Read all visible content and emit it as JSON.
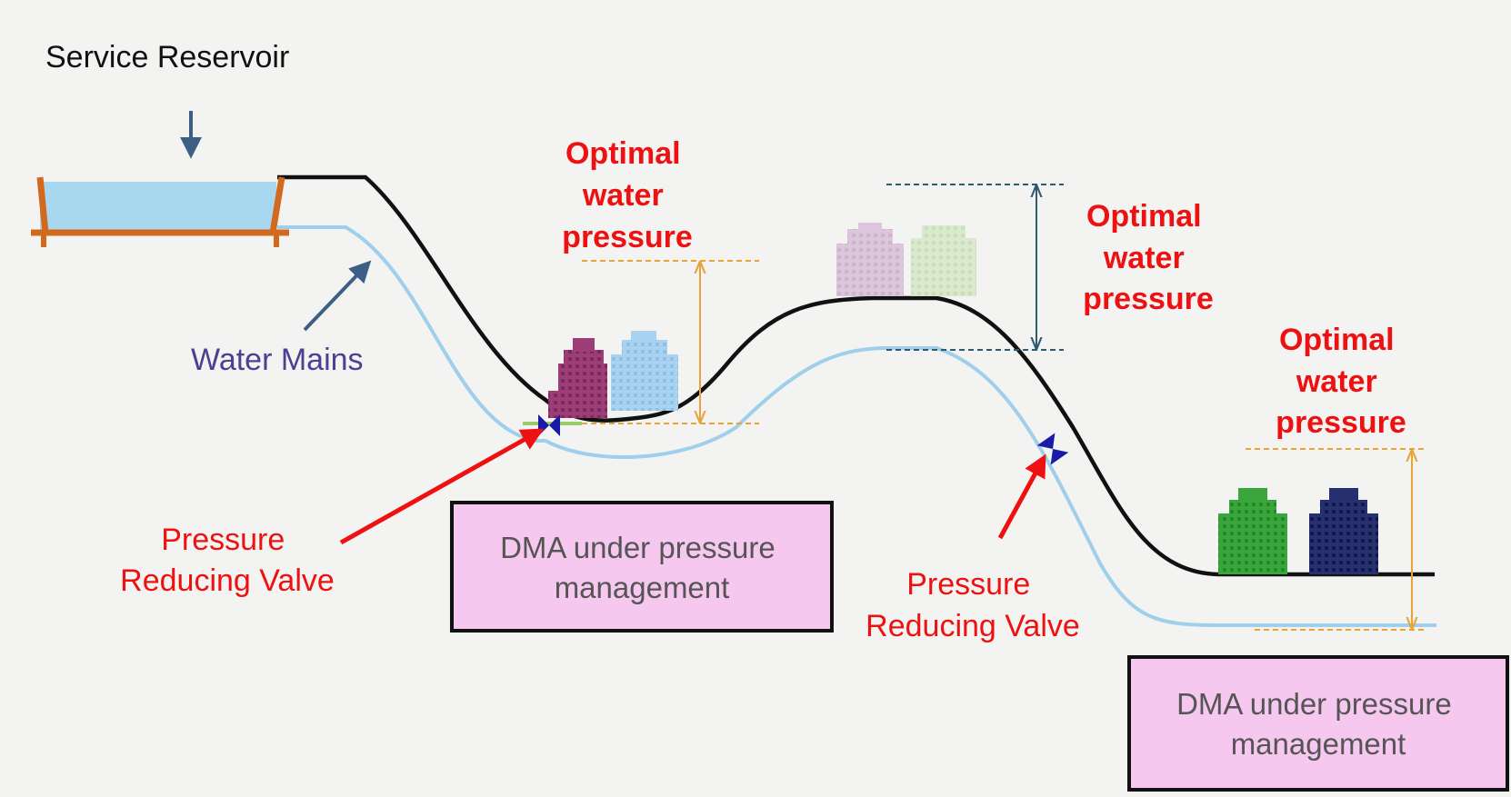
{
  "labels": {
    "service_reservoir": "Service Reservoir",
    "water_mains": "Water Mains",
    "optimal_1": [
      "Optimal",
      "water",
      "pressure"
    ],
    "optimal_2": [
      "Optimal",
      "water",
      "pressure"
    ],
    "optimal_3": [
      "Optimal",
      "water",
      "pressure"
    ],
    "prv_1": [
      "Pressure",
      "Reducing  Valve"
    ],
    "prv_2": [
      "Pressure",
      "Reducing  Valve"
    ],
    "dma_1": [
      "DMA under  pressure",
      "management"
    ],
    "dma_2": [
      "DMA under  pressure",
      "management"
    ]
  },
  "colors": {
    "ground_line": "#111111",
    "pressure_line": "#9fcfea",
    "red_text": "#ee1111",
    "arrow_red": "#ee1111",
    "arrow_blue": "#3d5f86",
    "dim_orange": "#e8a33a",
    "dim_teal": "#2e5a72",
    "reservoir_frame": "#d2691e",
    "reservoir_water": "#a8d8ef",
    "dma_fill": "#f6c8f0",
    "dma_border": "#111111",
    "valve_blue": "#1a1aa8"
  },
  "icons": [
    "reservoir-icon",
    "valve-icon",
    "building-icon"
  ]
}
